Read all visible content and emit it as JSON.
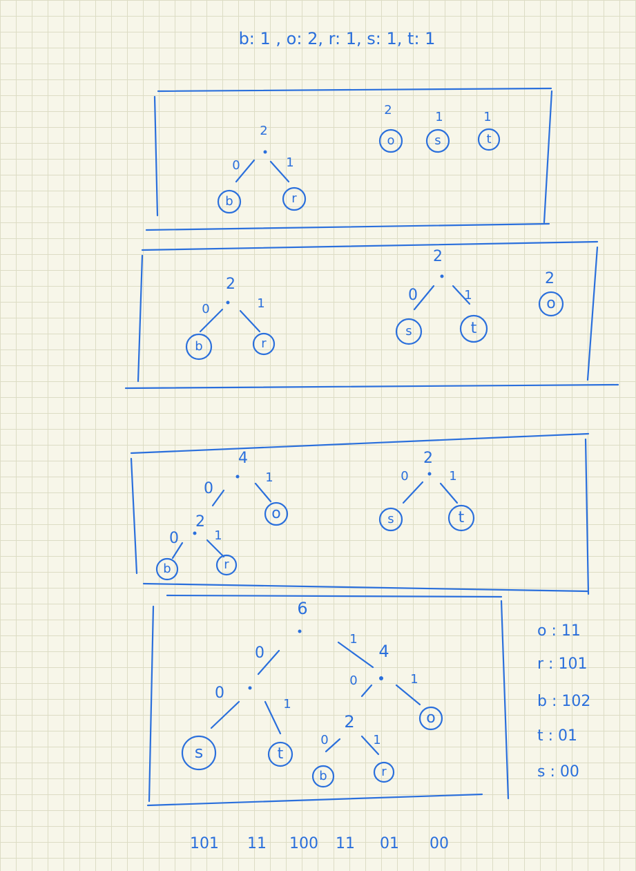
{
  "frequencies": "b: 1 ,  o: 2,  r: 1,  s: 1,  t: 1",
  "panel1": {
    "root_weight": "2",
    "edge0": "0",
    "edge1": "1",
    "left_leaf": "b",
    "right_leaf": "r",
    "w_o": "2",
    "w_s": "1",
    "w_t": "1",
    "leaf_o": "o",
    "leaf_s": "s",
    "leaf_t": "t"
  },
  "panel2": {
    "br_weight": "2",
    "br_edge0": "0",
    "br_edge1": "1",
    "leaf_b": "b",
    "leaf_r": "r",
    "st_weight": "2",
    "st_edge0": "0",
    "st_edge1": "1",
    "leaf_s": "s",
    "leaf_t": "t",
    "w_o": "2",
    "leaf_o": "o"
  },
  "panel3": {
    "root_weight": "4",
    "root_edge0": "0",
    "root_edge1": "1",
    "leaf_o": "o",
    "sub_weight": "2",
    "sub_edge0": "0",
    "sub_edge1": "1",
    "leaf_b": "b",
    "leaf_r": "r",
    "st_weight": "2",
    "st_edge0": "0",
    "st_edge1": "1",
    "leaf_s": "s",
    "leaf_t": "t"
  },
  "panel4": {
    "root_weight": "6",
    "root_edge0": "0",
    "root_edge1": "1",
    "left_edge0": "0",
    "left_edge1": "1",
    "leaf_s": "s",
    "leaf_t": "t",
    "right_weight": "4",
    "right_edge0": "0",
    "right_edge1": "1",
    "leaf_o": "o",
    "sub_weight": "2",
    "sub_edge0": "0",
    "sub_edge1": "1",
    "leaf_b": "b",
    "leaf_r": "r"
  },
  "codes": [
    {
      "symbol": "o",
      "code": "11"
    },
    {
      "symbol": "r",
      "code": "101"
    },
    {
      "symbol": "b",
      "code": "102"
    },
    {
      "symbol": "t",
      "code": "01"
    },
    {
      "symbol": "s",
      "code": "00"
    }
  ],
  "encoded": [
    "101",
    "11",
    "100",
    "11",
    "01",
    "00"
  ]
}
